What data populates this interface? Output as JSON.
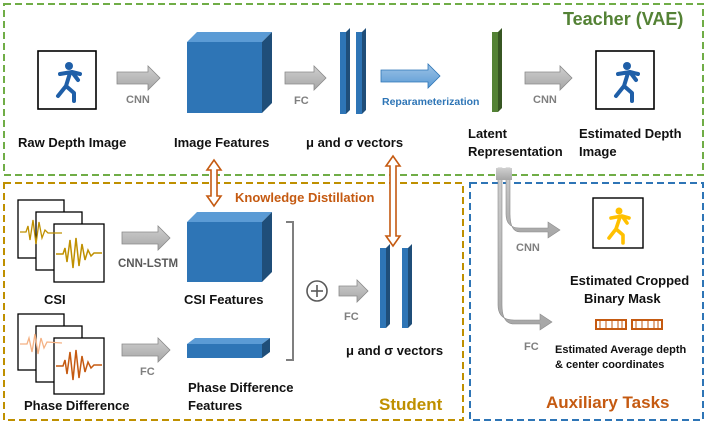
{
  "teacher": {
    "title": "Teacher (VAE)",
    "raw_depth_image": "Raw Depth Image",
    "cnn": "CNN",
    "image_features": "Image Features",
    "fc": "FC",
    "mu_sigma": "μ and σ vectors",
    "reparameterization": "Reparameterization",
    "latent_line1": "Latent",
    "latent_line2": "Representation",
    "cnn2": "CNN",
    "estimated_depth_line1": "Estimated Depth",
    "estimated_depth_line2": "Image"
  },
  "knowledge_distillation": "Knowledge Distillation",
  "student": {
    "title": "Student",
    "csi": "CSI",
    "cnn_lstm": "CNN-LSTM",
    "csi_features": "CSI Features",
    "plus": "⊕",
    "fc": "FC",
    "mu_sigma": "μ and σ vectors",
    "phase_difference": "Phase Difference",
    "fc2": "FC",
    "phase_features_line1": "Phase Difference",
    "phase_features_line2": "Features"
  },
  "auxiliary": {
    "title": "Auxiliary Tasks",
    "cnn": "CNN",
    "mask_line1": "Estimated Cropped",
    "mask_line2": "Binary Mask",
    "fc": "FC",
    "depth_line1": "Estimated Average depth",
    "depth_line2": "& center coordinates"
  },
  "colors": {
    "teacher_border": "#70ad47",
    "teacher_title": "#548235",
    "student_border": "#bf9000",
    "student_title": "#bf9000",
    "aux_border": "#2e75b6",
    "aux_title": "#c55a11",
    "feature_blue": "#2e75b6",
    "latent_green": "#548235",
    "distill_orange": "#c55a11",
    "reparam_blue": "#2e75b6"
  }
}
